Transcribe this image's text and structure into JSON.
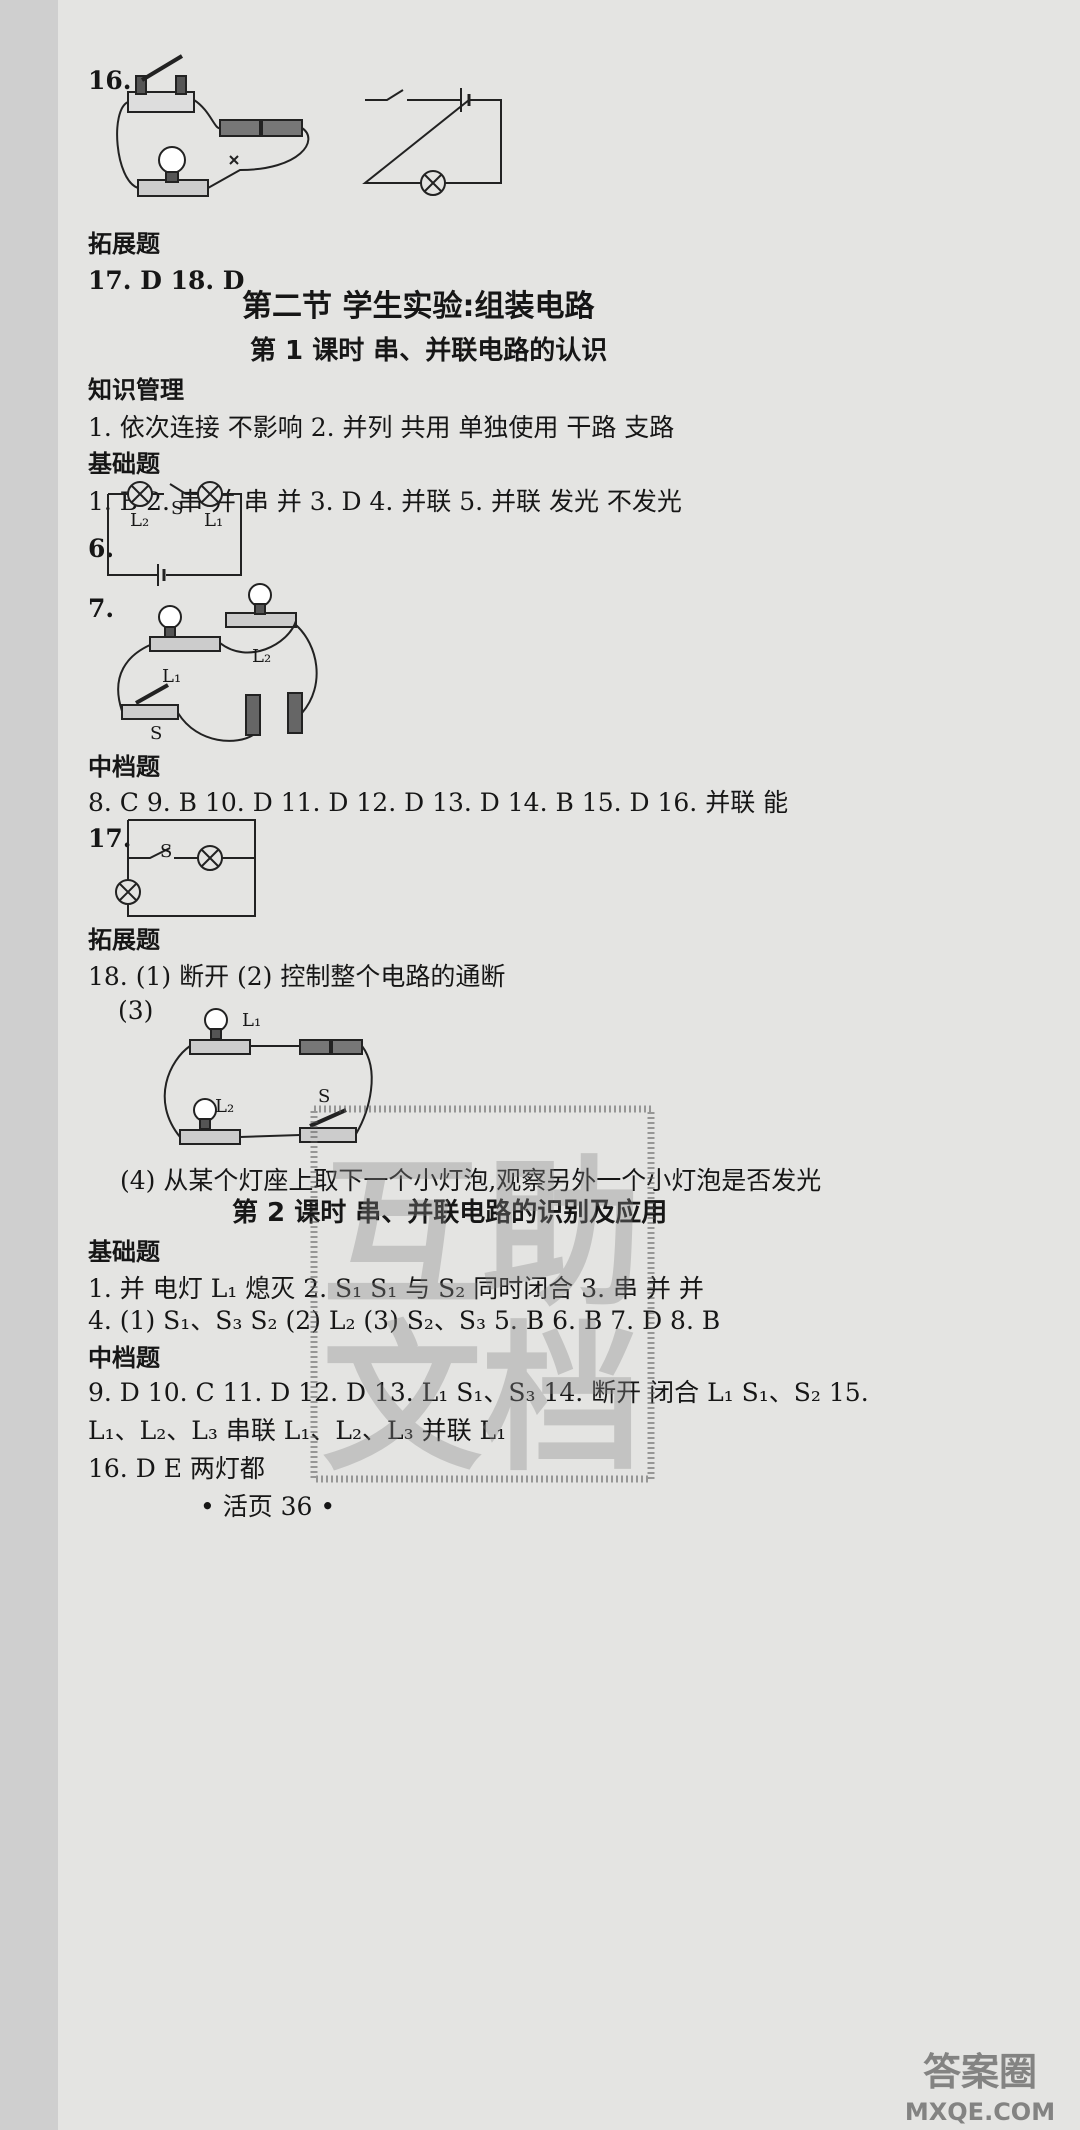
{
  "q16_top": {
    "num": "16."
  },
  "tuozhan_1": {
    "heading": "拓展题",
    "line": "17. D   18. D"
  },
  "section": {
    "title": "第二节   学生实验:组装电路",
    "lesson1": "第 1 课时   串、并联电路的认识"
  },
  "zhishi": {
    "heading": "知识管理",
    "line": "1. 依次连接   不影响   2. 并列   共用   单独使用   干路   支路"
  },
  "jichu_1": {
    "heading": "基础题",
    "line": "1. B  2. 串   并   串   并   3. D   4. 并联   5. 并联   发光   不发光",
    "q6": {
      "num": "6.",
      "l2": "L₂",
      "s": "S",
      "l1": "L₁"
    },
    "q7": {
      "num": "7.",
      "l1": "L₁",
      "l2": "L₂",
      "s": "S"
    }
  },
  "zhongdang_1": {
    "heading": "中档题",
    "line": "8. C   9. B   10. D   11. D   12. D   13. D   14. B   15. D   16. 并联   能",
    "q17": {
      "num": "17.",
      "s": "S"
    }
  },
  "tuozhan_2": {
    "heading": "拓展题",
    "q18_1": "18. (1) 断开   (2) 控制整个电路的通断",
    "q18_3": "(3)",
    "q18_labels": {
      "l1": "L₁",
      "l2": "L₂",
      "s": "S"
    },
    "q18_4": "(4) 从某个灯座上取下一个小灯泡,观察另外一个小灯泡是否发光"
  },
  "lesson2": {
    "title": "第 2 课时   串、并联电路的识别及应用"
  },
  "jichu_2": {
    "heading": "基础题",
    "line1": "1. 并   电灯 L₁ 熄灭   2. S₁   S₁ 与 S₂ 同时闭合   3. 串   并   并",
    "line2": "4. (1) S₁、S₃   S₂   (2) L₂   (3) S₂、S₃   5. B   6. B   7. D   8. B"
  },
  "zhongdang_2": {
    "heading": "中档题",
    "line1": "9. D   10. C   11. D   12. D   13. L₁   S₁、S₃   14. 断开   闭合   L₁   S₁、S₂   15.",
    "line2": "L₁、L₂、L₃   串联   L₁、L₂、L₃   并联   L₁",
    "line3": "16. D   E   两灯都"
  },
  "footer": {
    "page": "• 活页 36 •"
  },
  "stamp": {
    "text": "互助文档"
  },
  "watermark": {
    "text": "答案圈",
    "url": "MXQE.COM"
  }
}
